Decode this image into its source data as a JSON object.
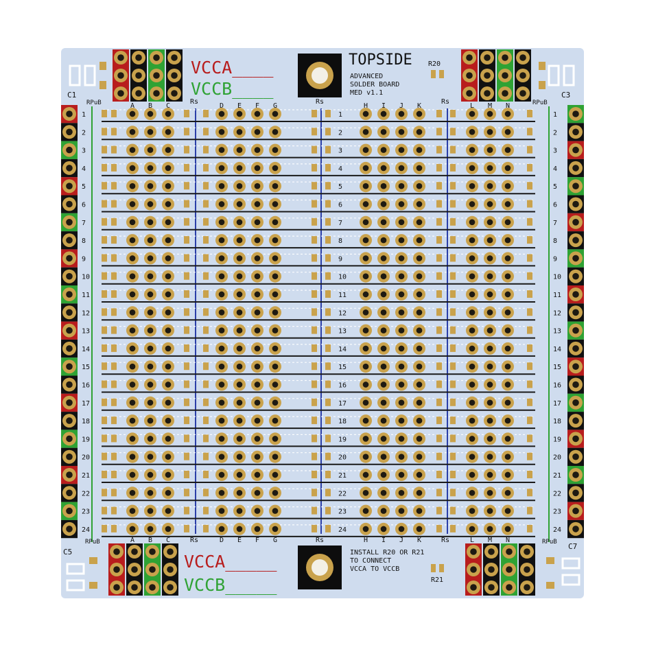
{
  "board": {
    "title": "TOPSIDE",
    "subtitle_lines": [
      "ADVANCED",
      "SOLDER BOARD",
      "MED v1.1"
    ],
    "install_note_lines": [
      "INSTALL R20 OR R21",
      "TO CONNECT",
      "VCCA TO VCCB"
    ],
    "vcca_label": "VCCA____",
    "vccb_label": "VCCB____",
    "vcca_label_bottom": "VCCA_____",
    "vccb_label_bottom": "VCCB_____",
    "c1": "C1",
    "c3": "C3",
    "c5": "C5",
    "c7": "C7",
    "r20": "R20",
    "r21": "R21",
    "rs": "Rs",
    "rpub": "RPuB",
    "col_groups": [
      [
        "A",
        "B",
        "C"
      ],
      [
        "D",
        "E",
        "F",
        "G"
      ],
      [
        "H",
        "I",
        "J",
        "K"
      ],
      [
        "L",
        "M",
        "N"
      ]
    ],
    "row_numbers": [
      "1",
      "2",
      "3",
      "4",
      "5",
      "6",
      "7",
      "8",
      "9",
      "10",
      "11",
      "12",
      "13",
      "14",
      "15",
      "16",
      "17",
      "18",
      "19",
      "20",
      "21",
      "22",
      "23",
      "24"
    ]
  },
  "colors": {
    "board": "#cfdcee",
    "pad": "#c9a24c",
    "vcca": "#b81d1d",
    "vccb": "#2fa234",
    "strip_line": "#1a1a1a",
    "rail_line": "#2b3fa8"
  }
}
